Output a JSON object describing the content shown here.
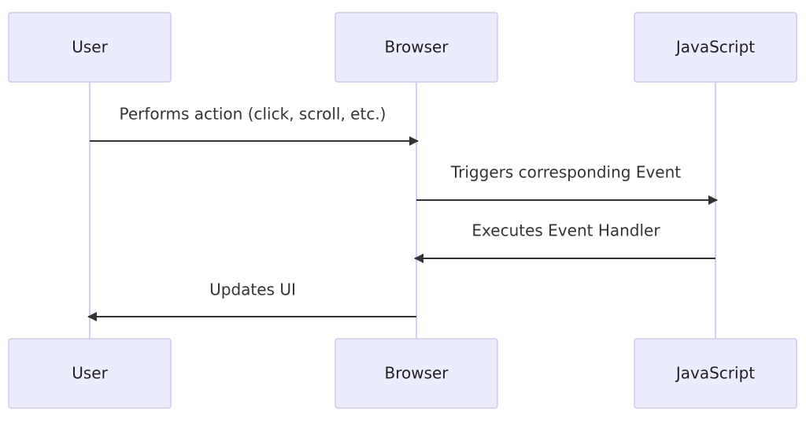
{
  "participants": [
    {
      "id": "user",
      "label": "User"
    },
    {
      "id": "browser",
      "label": "Browser"
    },
    {
      "id": "javascript",
      "label": "JavaScript"
    }
  ],
  "messages": [
    {
      "from": "user",
      "to": "browser",
      "label": "Performs action (click, scroll, etc.)"
    },
    {
      "from": "browser",
      "to": "javascript",
      "label": "Triggers corresponding Event"
    },
    {
      "from": "javascript",
      "to": "browser",
      "label": "Executes Event Handler"
    },
    {
      "from": "browser",
      "to": "user",
      "label": "Updates UI"
    }
  ],
  "colors": {
    "actor_fill": "#ececff",
    "actor_stroke": "#cfc8f0",
    "lifeline": "#d9cdf2",
    "arrow": "#333333"
  }
}
